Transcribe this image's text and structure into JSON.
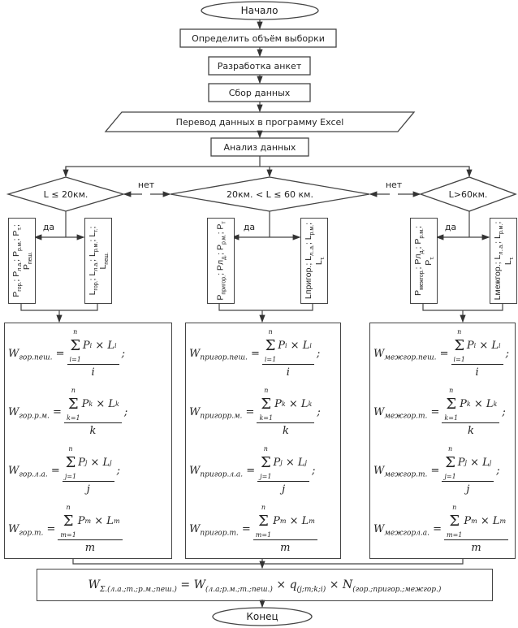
{
  "flow": {
    "start": "Начало",
    "step1": "Определить объём выборки",
    "step2": "Разработка анкет",
    "step3": "Сбор данных",
    "step4": "Перевод данных в программу Excel",
    "step5": "Анализ данных",
    "end": "Конец",
    "no_label": "нет",
    "yes_label": "да"
  },
  "decisions": [
    {
      "text": "L ≤ 20км."
    },
    {
      "text": "20км. < L ≤ 60 км."
    },
    {
      "text": "L>60км."
    }
  ],
  "params": [
    {
      "p": [
        [
          "P",
          "гор."
        ],
        [
          "P",
          "л.а."
        ],
        [
          "P",
          "р.м."
        ],
        [
          "P",
          "т."
        ],
        [
          "P",
          "пеш."
        ]
      ],
      "l": [
        [
          "L",
          "гор."
        ],
        [
          "L",
          "л.а."
        ],
        [
          "L",
          "р.м."
        ],
        [
          "L",
          "т."
        ],
        [
          "L",
          "пеш."
        ]
      ]
    },
    {
      "p": [
        [
          "P",
          "пригор."
        ],
        [
          "Pл",
          "д."
        ],
        [
          "P",
          "р.м."
        ],
        [
          "P",
          "т"
        ]
      ],
      "l": [
        [
          "Lпригор.",
          ""
        ],
        [
          "L",
          "л..а."
        ],
        [
          "L",
          "р.м."
        ],
        [
          "L",
          "т."
        ]
      ]
    },
    {
      "p": [
        [
          "P",
          "межгор."
        ],
        [
          "Pл",
          "д."
        ],
        [
          "P",
          "р.м."
        ],
        [
          "P",
          "т."
        ]
      ],
      "l": [
        [
          "Lмежгор.",
          ""
        ],
        [
          "L",
          "л..а."
        ],
        [
          "L",
          "р.м."
        ],
        [
          "L",
          "т."
        ]
      ]
    }
  ],
  "formulas": [
    [
      {
        "w": "гор.пеш.",
        "idx": "i",
        "p": "P",
        "l": "L",
        "den": "i",
        "end": ";"
      },
      {
        "w": "гор.р.м.",
        "idx": "k",
        "p": "P",
        "l": "L",
        "den": "k",
        "end": ";"
      },
      {
        "w": "гор.л.а.",
        "idx": "j",
        "p": "P",
        "l": "L",
        "den": "j",
        "end": ";"
      },
      {
        "w": "гор.т.",
        "idx": "m",
        "p": "P",
        "l": "L",
        "den": "m",
        "end": ""
      }
    ],
    [
      {
        "w": "пригор.пеш.",
        "idx": "i",
        "p": "P",
        "l": "L",
        "den": "i",
        "end": ";"
      },
      {
        "w": "пригорр.м.",
        "idx": "k",
        "p": "P",
        "l": "L",
        "den": "k",
        "end": ";"
      },
      {
        "w": "пригор.л.а.",
        "idx": "j",
        "p": "P",
        "l": "L",
        "den": "j",
        "end": ";"
      },
      {
        "w": "пригор.т.",
        "idx": "m",
        "p": "P",
        "l": "L",
        "den": "m",
        "end": ""
      }
    ],
    [
      {
        "w": "межгор.пеш.",
        "idx": "i",
        "p": "P",
        "l": "L",
        "den": "i",
        "end": ";"
      },
      {
        "w": "межгор.т.",
        "idx": "k",
        "p": "P",
        "l": "L",
        "den": "k",
        "end": ";"
      },
      {
        "w": "межгор.т.",
        "idx": "j",
        "p": "P",
        "l": "L",
        "den": "j",
        "end": ";"
      },
      {
        "w": "межгорл.а.",
        "idx": "m",
        "p": "P",
        "l": "L",
        "den": "m",
        "end": ""
      }
    ]
  ],
  "sum_upper": "n",
  "final": {
    "w_sub": "Σ.(л.а.;т.;р.м.;пеш.)",
    "w2_sub": "(л.а;р.м.;т.;пеш.)",
    "q_sub": "(j;m;k;i)",
    "n_sub": "(гор.;пригор.;межгор.)",
    "w": "W",
    "q": "q",
    "n": "N",
    "eq": "=",
    "times": "×"
  }
}
